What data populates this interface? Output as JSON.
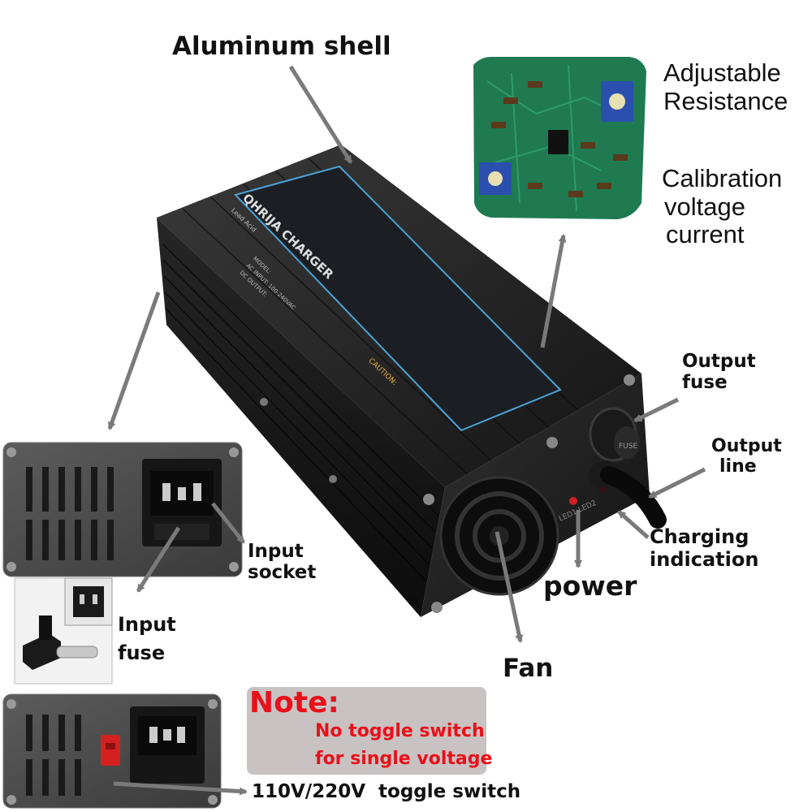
{
  "labels": {
    "aluminum_shell": "Aluminum shell",
    "adjustable_resistance": [
      "Adjustable",
      "Resistance"
    ],
    "calibration": [
      "Calibration",
      "voltage",
      "current"
    ],
    "output_fuse": [
      "Output",
      "fuse"
    ],
    "output_line": [
      "Output",
      "line"
    ],
    "charging_indication": [
      "Charging",
      "indication"
    ],
    "power": "power",
    "fan": "Fan",
    "input_socket": [
      "Input",
      "socket"
    ],
    "input_fuse": [
      "Input",
      "fuse"
    ],
    "toggle_switch": "110V/220V  toggle switch"
  },
  "note": {
    "title": "Note:",
    "lines": [
      "No toggle switch",
      "for single voltage"
    ]
  },
  "device": {
    "brand": "QHRIJA CHARGER",
    "subtitle": "Lead Acid",
    "caution": "CAUTION:",
    "fuse_cap": "FUSE",
    "led_text": "LED1  LED2",
    "specs": [
      "MODEL:",
      "AC INPUT: 100-240VAC",
      "DC OUTPUT:"
    ]
  },
  "colors": {
    "note_red": "#e8101a",
    "note_bg": "#c9c2c2",
    "arrow": "#7a7a7a",
    "body": "#1a1a1a",
    "pcb": "#1f7a52"
  }
}
